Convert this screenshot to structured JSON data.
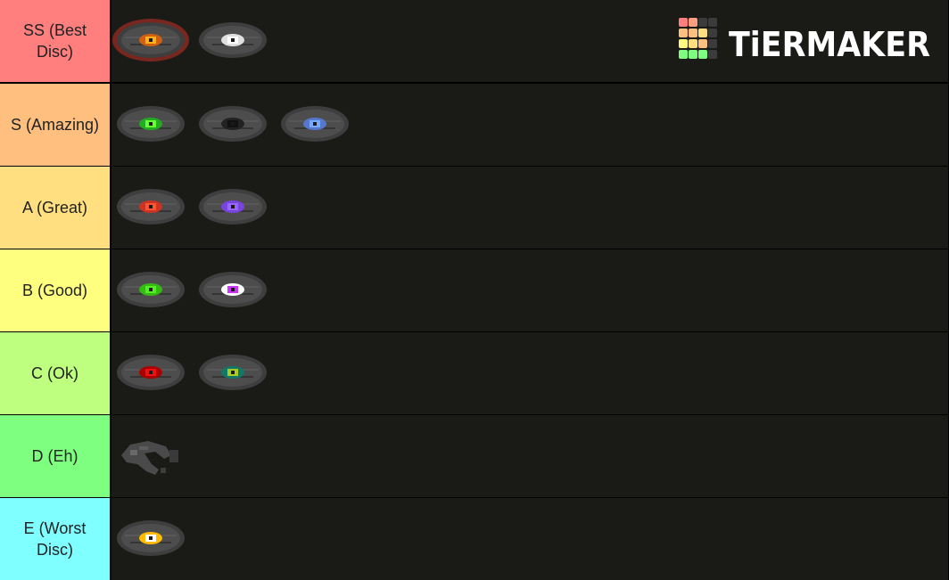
{
  "logo": {
    "text": "TiERMAKER",
    "grid_colors": [
      "#ff7f7f",
      "#ff9f7f",
      "#3b3b3b",
      "#3b3b3b",
      "#ffbf7f",
      "#ffbf7f",
      "#ffdf7f",
      "#3b3b3b",
      "#ffff7f",
      "#ffdf7f",
      "#ffbf7f",
      "#3b3b3b",
      "#7fff7f",
      "#7fff7f",
      "#7fff7f",
      "#3b3b3b"
    ]
  },
  "tiers": [
    {
      "label": "SS (Best Disc)",
      "color": "#ff7f7f",
      "discs": [
        {
          "name": "red-glow-disc-icon",
          "hole": "#ffb020",
          "rim": "#d06010",
          "glow": "#8b2a20"
        },
        {
          "name": "white-disc-icon",
          "hole": "#ffffff",
          "rim": "#e0e0e0"
        }
      ]
    },
    {
      "label": "S (Amazing)",
      "color": "#ffbf7f",
      "discs": [
        {
          "name": "green-disc-icon",
          "hole": "#66ff33",
          "rim": "#22aa22"
        },
        {
          "name": "black-disc-icon",
          "hole": "#111111",
          "rim": "#222222"
        },
        {
          "name": "blue-disc-icon",
          "hole": "#7aa8ff",
          "rim": "#5577cc"
        }
      ]
    },
    {
      "label": "A (Great)",
      "color": "#ffdf7f",
      "discs": [
        {
          "name": "orange-red-disc-icon",
          "hole": "#ff5533",
          "rim": "#cc3322"
        },
        {
          "name": "purple-disc-icon",
          "hole": "#9966ff",
          "rim": "#7744dd"
        }
      ]
    },
    {
      "label": "B (Good)",
      "color": "#ffff7f",
      "discs": [
        {
          "name": "lime-disc-icon",
          "hole": "#55ee22",
          "rim": "#33bb11"
        },
        {
          "name": "magenta-disc-icon",
          "hole": "#cc33ff",
          "rim": "#ffffff"
        }
      ]
    },
    {
      "label": "C (Ok)",
      "color": "#bfff7f",
      "discs": [
        {
          "name": "red-disc-icon",
          "hole": "#ee1111",
          "rim": "#aa0000"
        },
        {
          "name": "teal-disc-icon",
          "hole": "#aacc22",
          "rim": "#117766"
        }
      ]
    },
    {
      "label": "D (Eh)",
      "color": "#7fff7f",
      "discs": [
        {
          "name": "broken-disc-icon",
          "broken": true
        }
      ]
    },
    {
      "label": "E (Worst Disc)",
      "color": "#7fffff",
      "discs": [
        {
          "name": "yellow-disc-icon",
          "hole": "#ffffff",
          "rim": "#ffbb00"
        }
      ]
    }
  ]
}
